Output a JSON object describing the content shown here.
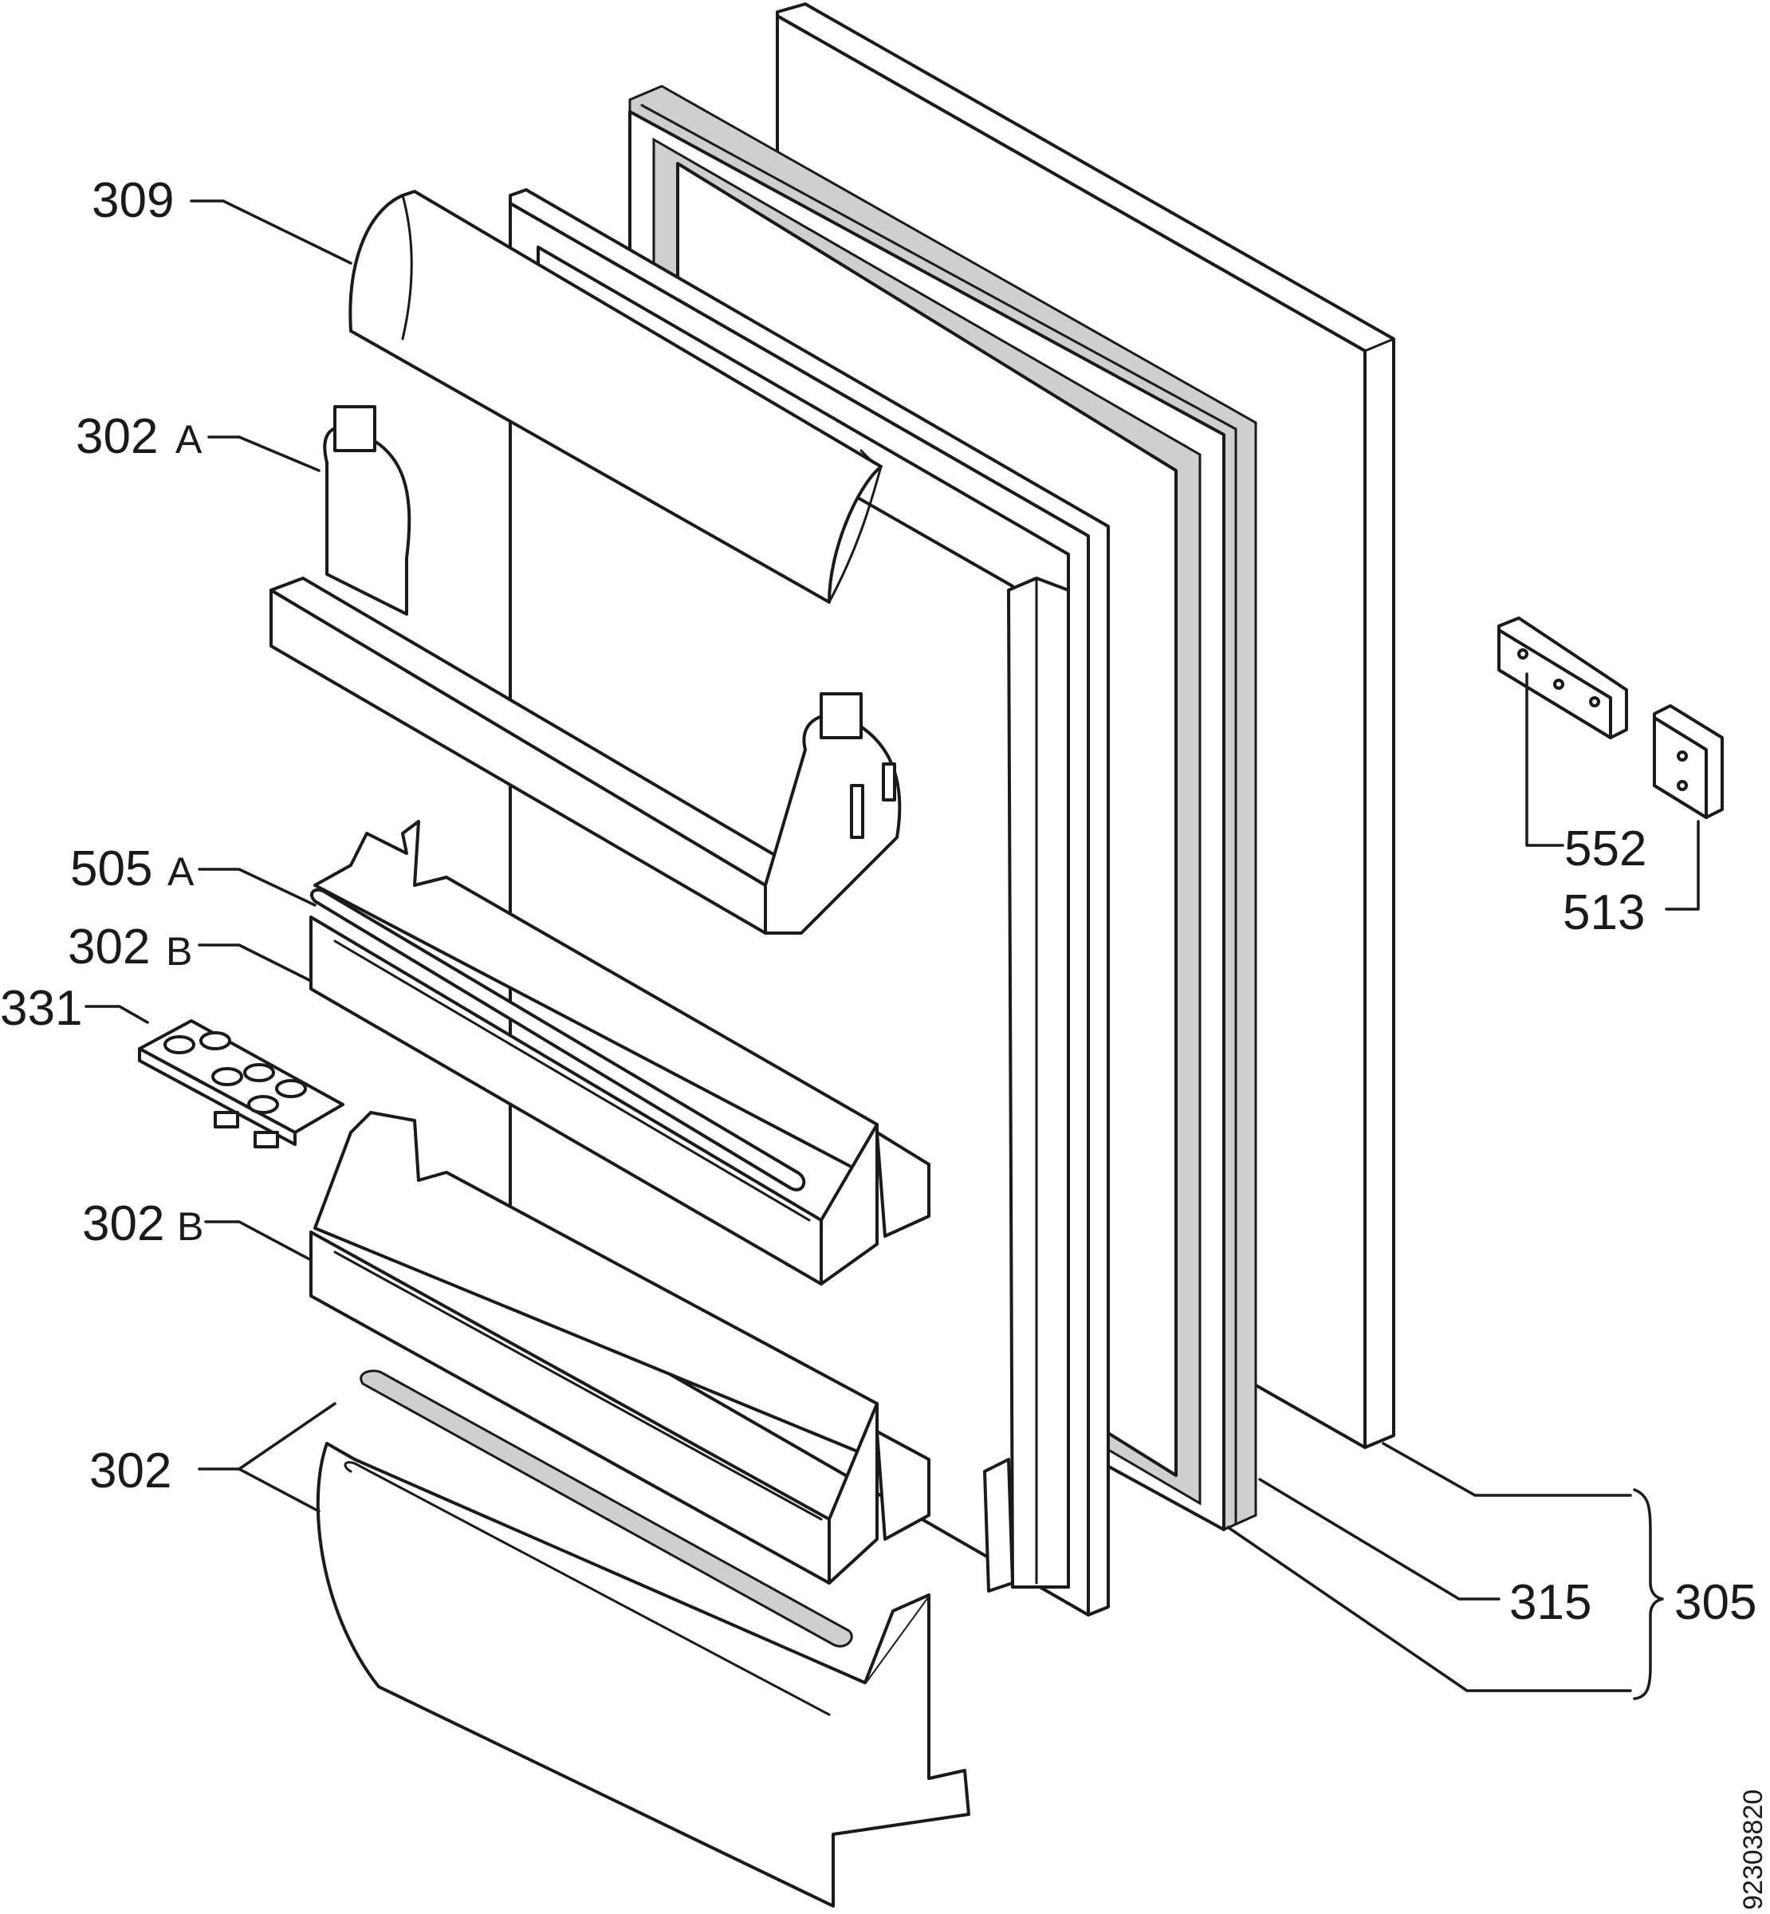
{
  "labels": {
    "p309": "309",
    "p302a": "302",
    "p302a_sfx": "A",
    "p505a": "505",
    "p505a_sfx": "A",
    "p302b1": "302",
    "p302b1_sfx": "B",
    "p331": "331",
    "p302b2": "302",
    "p302b2_sfx": "B",
    "p302": "302",
    "p552": "552",
    "p513": "513",
    "p315": "315",
    "p305": "305"
  },
  "document_number": "92303820",
  "icons": {
    "outer_door": "door-panel-icon",
    "gasket": "door-gasket-icon",
    "inner_liner": "door-liner-icon",
    "butter_lid": "butter-compartment-lid-icon",
    "shelf": "door-shelf-icon",
    "egg_tray": "egg-tray-icon",
    "bottle_shelf": "bottle-shelf-icon",
    "hinge_plate": "hinge-plate-icon",
    "hinge_bracket": "hinge-bracket-icon"
  },
  "colors": {
    "ink": "#1a1a1a",
    "paper": "#ffffff",
    "gasket_fill": "#cfcfcf"
  }
}
